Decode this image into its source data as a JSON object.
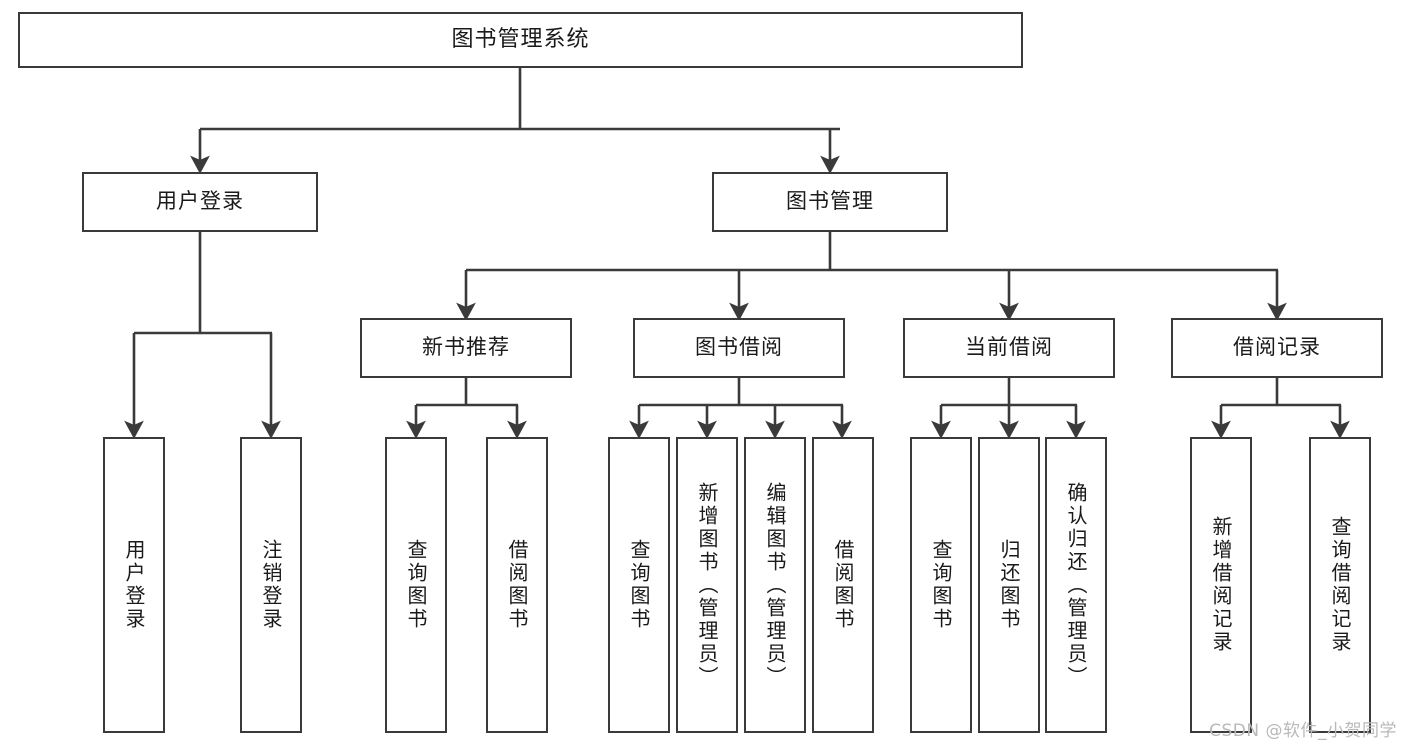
{
  "diagram": {
    "title": "图书管理系统",
    "type": "tree-hierarchy",
    "watermark": "CSDN @软件_小贺同学",
    "style": {
      "box_border_color": "#3a3a3a",
      "box_fill_color": "#ffffff",
      "edge_color": "#3a3a3a",
      "text_color": "#1a1a1a",
      "watermark_color": "#b9b9b9"
    },
    "root": {
      "label": "图书管理系统"
    },
    "level2": [
      {
        "label": "用户登录"
      },
      {
        "label": "图书管理"
      }
    ],
    "level3": [
      {
        "label": "新书推荐"
      },
      {
        "label": "图书借阅"
      },
      {
        "label": "当前借阅"
      },
      {
        "label": "借阅记录"
      }
    ],
    "leaves": {
      "user_login": [
        {
          "label": "用户登录"
        },
        {
          "label": "注销登录"
        }
      ],
      "new_book_recommend": [
        {
          "label": "查询图书"
        },
        {
          "label": "借阅图书"
        }
      ],
      "book_borrow": [
        {
          "label": "查询图书"
        },
        {
          "label": "新增图书（管理员）"
        },
        {
          "label": "编辑图书（管理员）"
        },
        {
          "label": "借阅图书"
        }
      ],
      "current_borrow": [
        {
          "label": "查询图书"
        },
        {
          "label": "归还图书"
        },
        {
          "label": "确认归还（管理员）"
        }
      ],
      "borrow_record": [
        {
          "label": "新增借阅记录"
        },
        {
          "label": "查询借阅记录"
        }
      ]
    }
  }
}
